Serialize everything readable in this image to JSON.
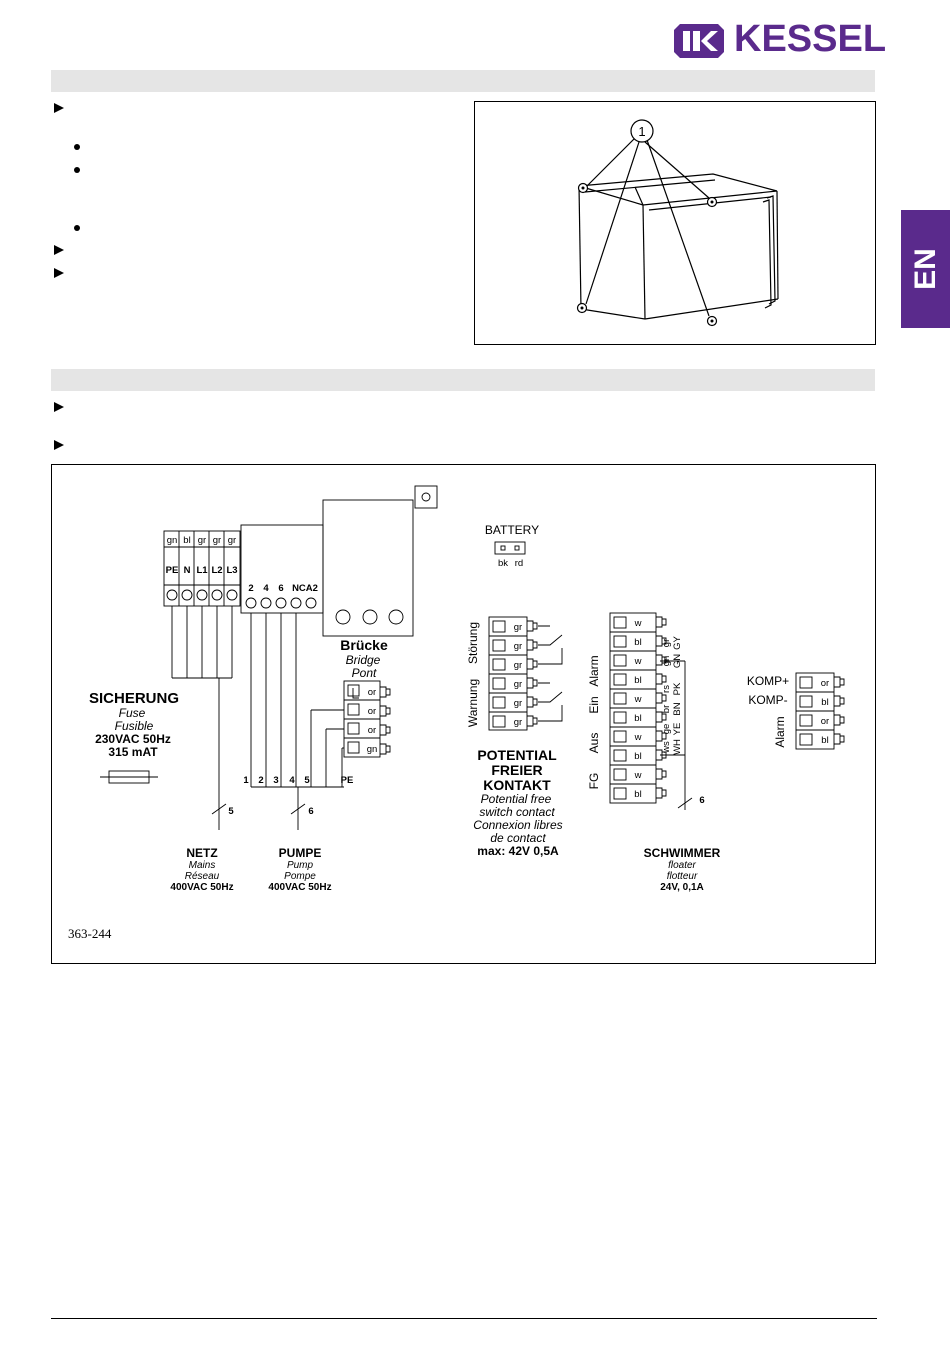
{
  "header": {
    "brand": "KESSEL",
    "brand_color": "#5a2a8c",
    "language_tab": "EN"
  },
  "figure1": {
    "callout": "1"
  },
  "wiring": {
    "sicherung": {
      "title": "SICHERUNG",
      "en": "Fuse",
      "fr": "Fusible",
      "rating1": "230VAC 50Hz",
      "rating2": "315 mAT"
    },
    "mains_terminals": [
      {
        "color": "gn",
        "label": "PE"
      },
      {
        "color": "bl",
        "label": "N"
      },
      {
        "color": "gr",
        "label": "L1"
      },
      {
        "color": "gr",
        "label": "L2"
      },
      {
        "color": "gr",
        "label": "L3"
      }
    ],
    "pump_terminals": [
      "2",
      "4",
      "6",
      "NCA2"
    ],
    "bridge": {
      "de": "Brücke",
      "en": "Bridge",
      "fr": "Pont",
      "wires": [
        "or",
        "or",
        "or",
        "gn"
      ]
    },
    "battery": {
      "label": "BATTERY",
      "bk": "bk",
      "rd": "rd"
    },
    "potential": {
      "stoerung": "Störung",
      "warnung": "Warnung",
      "wires": [
        "gr",
        "gr",
        "gr",
        "gr",
        "gr",
        "gr"
      ],
      "title1": "POTENTIAL",
      "title2": "FREIER",
      "title3": "KONTAKT",
      "en": "Potential free",
      "en2": "switch contact",
      "fr": "Connexion libres",
      "fr2": "de contact",
      "max": "max: 42V 0,5A"
    },
    "float": {
      "wires": [
        "w",
        "bl",
        "w",
        "bl",
        "w",
        "bl",
        "w",
        "bl",
        "w",
        "bl"
      ],
      "groups": [
        "Alarm",
        "Ein",
        "Aus",
        "FG"
      ],
      "codes": [
        {
          "de": "gn",
          "en": "GN",
          "de2": "gr",
          "en2": "GY"
        },
        {
          "de": "rs",
          "en": "PK"
        },
        {
          "de": "br",
          "en": "BN"
        },
        {
          "de": "ge",
          "en": "YE"
        },
        {
          "de": "ws",
          "en": "WH"
        }
      ],
      "title": "SCHWIMMER",
      "en": "floater",
      "fr": "flotteur",
      "rating": "24V, 0,1A",
      "count": "6"
    },
    "komp": {
      "plus": "KOMP+",
      "minus": "KOMP-",
      "alarm": "Alarm",
      "wires": [
        "or",
        "bl",
        "or",
        "bl"
      ]
    },
    "netz": {
      "title": "NETZ",
      "en": "Mains",
      "fr": "Réseau",
      "rating": "400VAC 50Hz",
      "count": "5"
    },
    "pumpe": {
      "title": "PUMPE",
      "en": "Pump",
      "fr": "Pompe",
      "rating": "400VAC 50Hz",
      "count": "6",
      "terminals": [
        "1",
        "2",
        "3",
        "4",
        "5",
        "PE"
      ]
    },
    "drawing_no": "363-244"
  }
}
